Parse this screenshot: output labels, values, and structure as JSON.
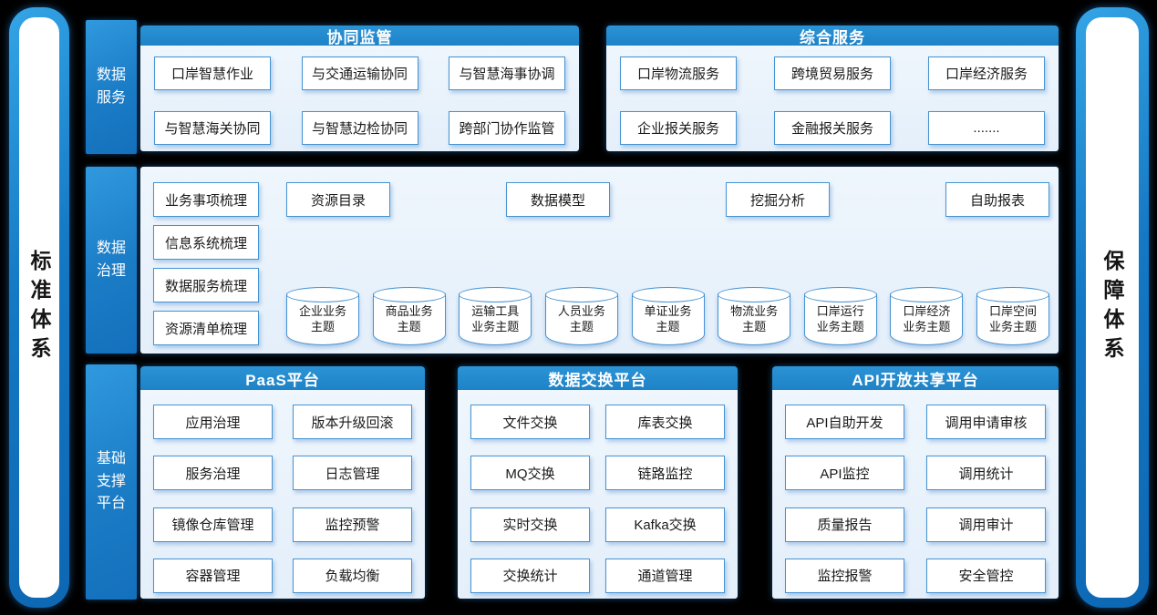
{
  "colors": {
    "background": "#000000",
    "header_blue": "#2187ca",
    "tab_blue": "#1e7ec6",
    "panel_bg": "#e9f2fb",
    "box_border": "#4593d2",
    "side_bar_blue": "#1277c2"
  },
  "left_bar": {
    "label": "标准体系"
  },
  "right_bar": {
    "label": "保障体系"
  },
  "sections": {
    "top": {
      "tab": "数据\n服务",
      "panels": [
        {
          "title": "协同监管",
          "items": [
            "口岸智慧作业",
            "与交通运输协同",
            "与智慧海事协调",
            "与智慧海关协同",
            "与智慧边检协同",
            "跨部门协作监管"
          ]
        },
        {
          "title": "综合服务",
          "items": [
            "口岸物流服务",
            "跨境贸易服务",
            "口岸经济服务",
            "企业报关服务",
            "金融报关服务",
            "......."
          ]
        }
      ]
    },
    "middle": {
      "tab": "数据\n治理",
      "left_items": [
        "业务事项梳理",
        "信息系统梳理",
        "数据服务梳理",
        "资源清单梳理"
      ],
      "top_items": [
        "资源目录",
        "数据模型",
        "挖掘分析",
        "自助报表"
      ],
      "cylinders": [
        "企业业务\n主题",
        "商品业务\n主题",
        "运输工具\n业务主题",
        "人员业务\n主题",
        "单证业务\n主题",
        "物流业务\n主题",
        "口岸运行\n业务主题",
        "口岸经济\n业务主题",
        "口岸空间\n业务主题"
      ]
    },
    "bottom": {
      "tab": "基础\n支撑\n平台",
      "panels": [
        {
          "title": "PaaS平台",
          "items": [
            "应用治理",
            "版本升级回滚",
            "服务治理",
            "日志管理",
            "镜像仓库管理",
            "监控预警",
            "容器管理",
            "负载均衡"
          ]
        },
        {
          "title": "数据交换平台",
          "items": [
            "文件交换",
            "库表交换",
            "MQ交换",
            "链路监控",
            "实时交换",
            "Kafka交换",
            "交换统计",
            "通道管理"
          ]
        },
        {
          "title": "API开放共享平台",
          "items": [
            "API自助开发",
            "调用申请审核",
            "API监控",
            "调用统计",
            "质量报告",
            "调用审计",
            "监控报警",
            "安全管控"
          ]
        }
      ]
    }
  }
}
